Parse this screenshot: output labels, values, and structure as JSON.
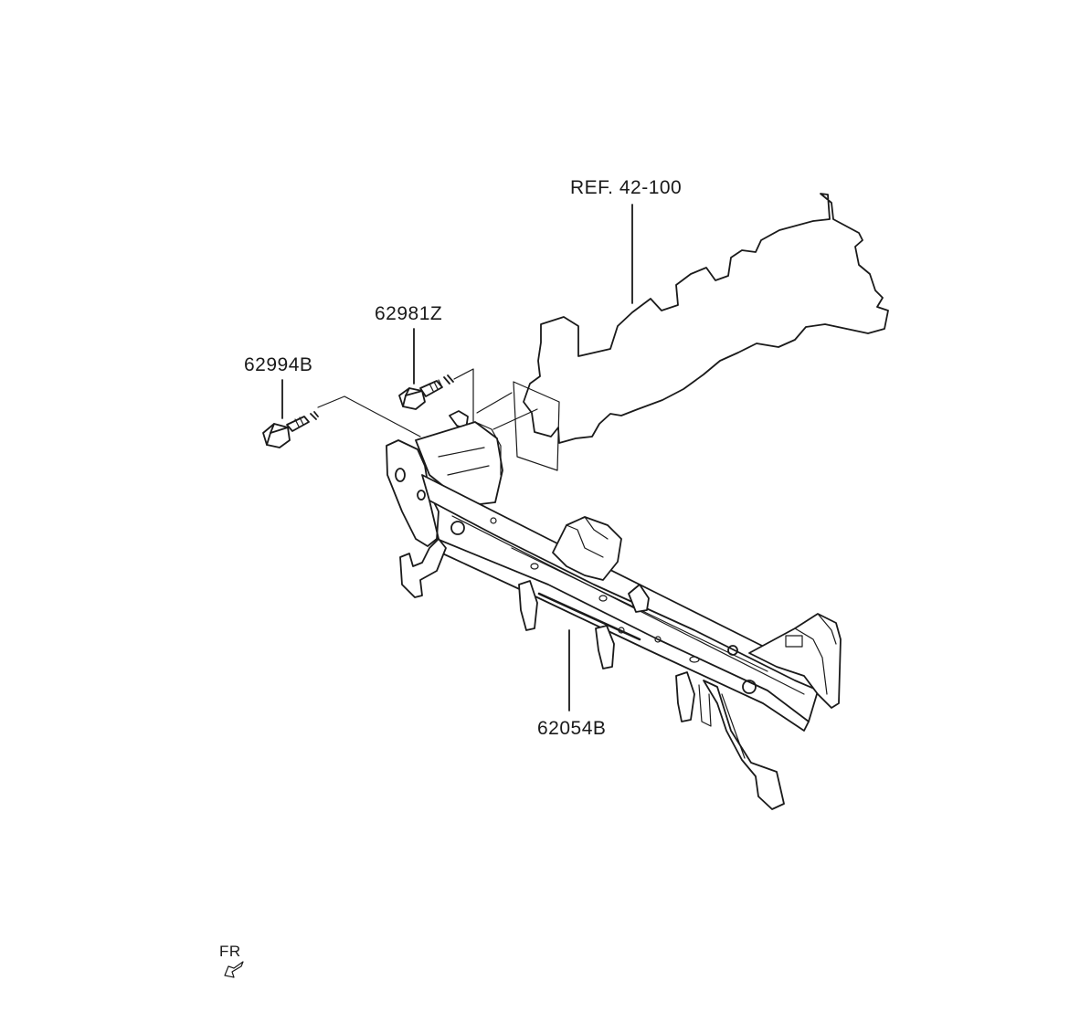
{
  "diagram": {
    "callouts": {
      "ref": "REF. 42-100",
      "part_62981Z": "62981Z",
      "part_62994B": "62994B",
      "part_62054B": "62054B"
    },
    "direction_marker": "FR"
  }
}
